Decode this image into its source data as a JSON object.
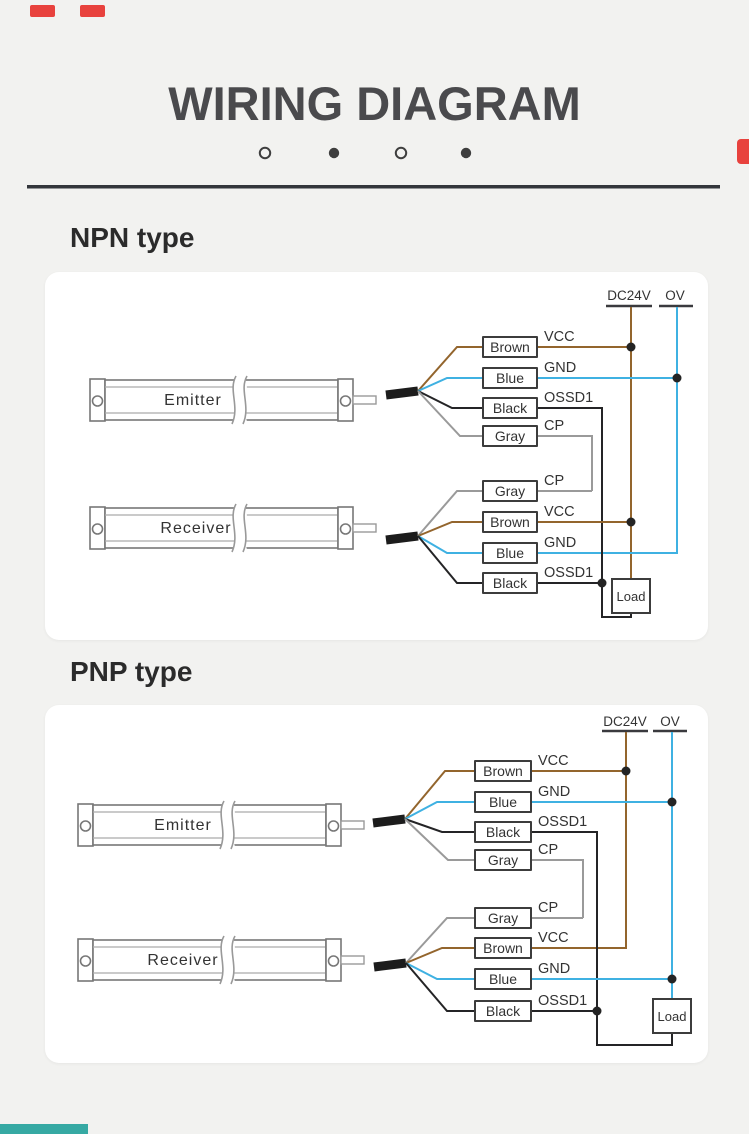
{
  "title": "WIRING DIAGRAM",
  "sections": [
    {
      "heading": "NPN type",
      "power_rail": "DC24V",
      "zero_rail": "OV",
      "emitter_label": "Emitter",
      "receiver_label": "Receiver",
      "load_label": "Load",
      "emitter_wires": [
        {
          "color": "Brown",
          "signal": "VCC"
        },
        {
          "color": "Blue",
          "signal": "GND"
        },
        {
          "color": "Black",
          "signal": "OSSD1"
        },
        {
          "color": "Gray",
          "signal": "CP"
        }
      ],
      "receiver_wires": [
        {
          "color": "Gray",
          "signal": "CP"
        },
        {
          "color": "Brown",
          "signal": "VCC"
        },
        {
          "color": "Blue",
          "signal": "GND"
        },
        {
          "color": "Black",
          "signal": "OSSD1"
        }
      ]
    },
    {
      "heading": "PNP type",
      "power_rail": "DC24V",
      "zero_rail": "OV",
      "emitter_label": "Emitter",
      "receiver_label": "Receiver",
      "load_label": "Load",
      "emitter_wires": [
        {
          "color": "Brown",
          "signal": "VCC"
        },
        {
          "color": "Blue",
          "signal": "GND"
        },
        {
          "color": "Black",
          "signal": "OSSD1"
        },
        {
          "color": "Gray",
          "signal": "CP"
        }
      ],
      "receiver_wires": [
        {
          "color": "Gray",
          "signal": "CP"
        },
        {
          "color": "Brown",
          "signal": "VCC"
        },
        {
          "color": "Blue",
          "signal": "GND"
        },
        {
          "color": "Black",
          "signal": "OSSD1"
        }
      ]
    }
  ],
  "colors": {
    "bg": "#f2f2f0",
    "card": "#ffffff",
    "title": "#4a4a4d",
    "heading": "#2b2b2b",
    "text": "#333333",
    "brown": "#93652d",
    "blue": "#3fb1e2",
    "gray": "#9a9a9a",
    "black": "#242426",
    "rule": "#33363b",
    "red": "#e8423d",
    "teal": "#36a9a3"
  }
}
